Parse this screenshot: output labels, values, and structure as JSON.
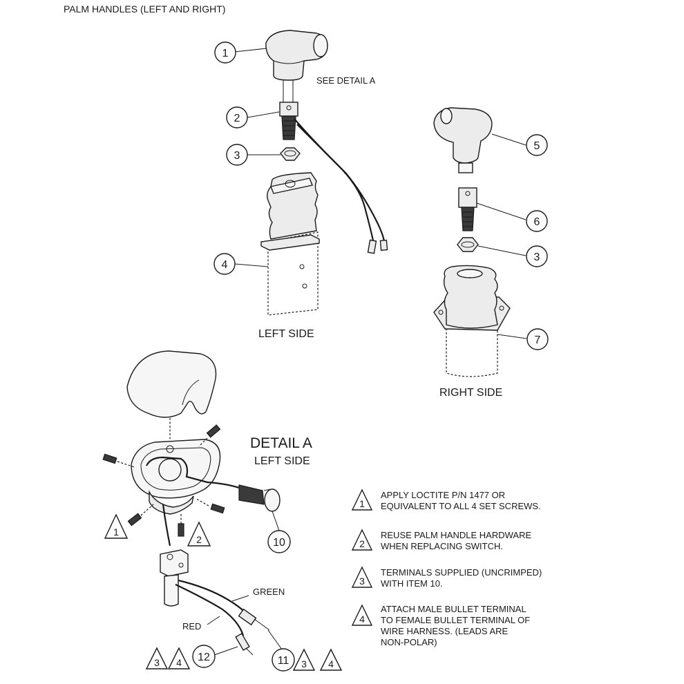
{
  "header": {
    "title": "PALM HANDLES (LEFT AND RIGHT)"
  },
  "captions": {
    "see_detail": "SEE DETAIL A",
    "left_side": "LEFT SIDE",
    "right_side": "RIGHT SIDE",
    "detail_title": "DETAIL A",
    "detail_subtitle": "LEFT SIDE"
  },
  "callouts": [
    "1",
    "2",
    "3",
    "4",
    "5",
    "6",
    "3",
    "7",
    "10",
    "11",
    "12"
  ],
  "flags": [
    "1",
    "2",
    "3",
    "4",
    "3",
    "4"
  ],
  "wire_labels": {
    "green": "GREEN",
    "red": "RED"
  },
  "notes": [
    {
      "flag": "1",
      "lines": [
        "APPLY LOCTITE P/N 1477 OR",
        "EQUIVALENT TO ALL 4 SET SCREWS."
      ]
    },
    {
      "flag": "2",
      "lines": [
        "REUSE PALM HANDLE HARDWARE",
        "WHEN REPLACING SWITCH."
      ]
    },
    {
      "flag": "3",
      "lines": [
        "TERMINALS SUPPLIED (UNCRIMPED)",
        "WITH ITEM 10."
      ]
    },
    {
      "flag": "4",
      "lines": [
        "ATTACH MALE BULLET TERMINAL",
        "TO FEMALE BULLET TERMINAL OF",
        "WIRE HARNESS. (LEADS ARE",
        "NON-POLAR)"
      ]
    }
  ]
}
